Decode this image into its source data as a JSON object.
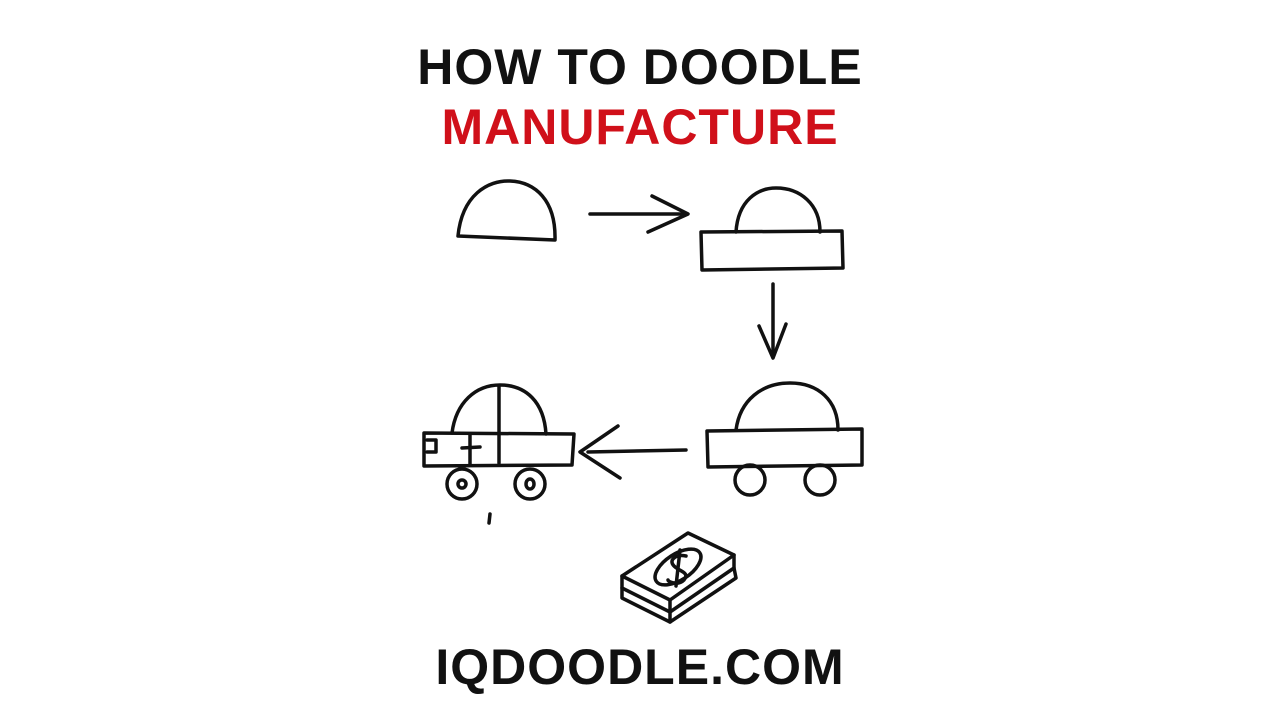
{
  "title": {
    "line1": "HOW TO DOODLE",
    "line2": "MANUFACTURE",
    "line2_color": "#d0101a"
  },
  "footer": {
    "site": "IQDOODLE.COM"
  },
  "illustrations": [
    "half-dome-icon",
    "arrow-right-icon",
    "car-body-icon",
    "arrow-down-icon",
    "car-with-wheels-icon",
    "arrow-left-icon",
    "finished-car-icon",
    "money-stack-icon"
  ]
}
